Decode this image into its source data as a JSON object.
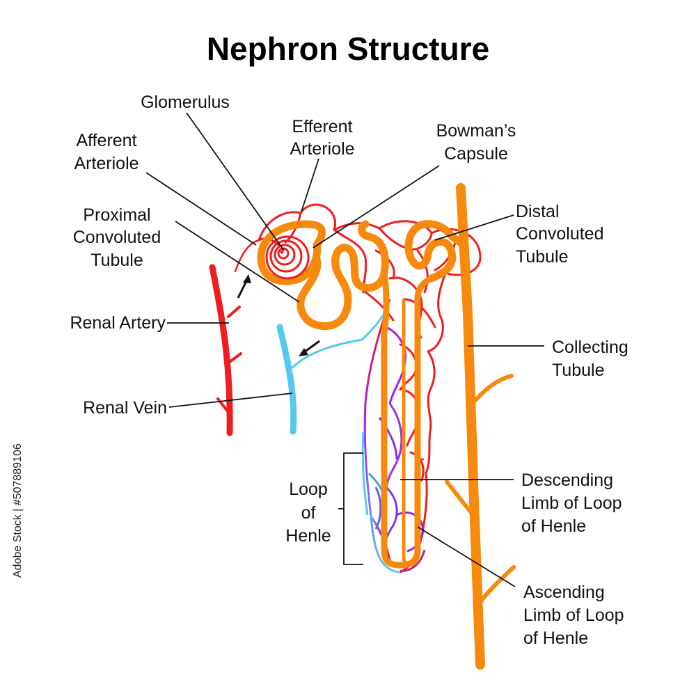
{
  "title": "Nephron Structure",
  "labels": {
    "glomerulus": "Glomerulus",
    "efferent_1": "Efferent",
    "efferent_2": "Arteriole",
    "bowmans_1": "Bowman’s",
    "bowmans_2": "Capsule",
    "afferent_1": "Afferent",
    "afferent_2": "Arteriole",
    "proximal_1": "Proximal",
    "proximal_2": "Convoluted",
    "proximal_3": "Tubule",
    "distal_1": "Distal",
    "distal_2": "Convoluted",
    "distal_3": "Tubule",
    "renal_artery": "Renal Artery",
    "renal_vein": "Renal Vein",
    "collecting_1": "Collecting",
    "collecting_2": "Tubule",
    "loop_1": "Loop",
    "loop_2": "of",
    "loop_3": "Henle",
    "descending_1": "Descending",
    "descending_2": "Limb of Loop",
    "descending_3": "of Henle",
    "ascending_1": "Ascending",
    "ascending_2": "Limb of Loop",
    "ascending_3": "of Henle"
  },
  "side_text": "Adobe Stock | #507889106",
  "colors": {
    "artery": "#ef1d1d",
    "tubule": "#f7890c",
    "vein": "#55c8ef",
    "capillary_mid": "#8a2be2"
  }
}
